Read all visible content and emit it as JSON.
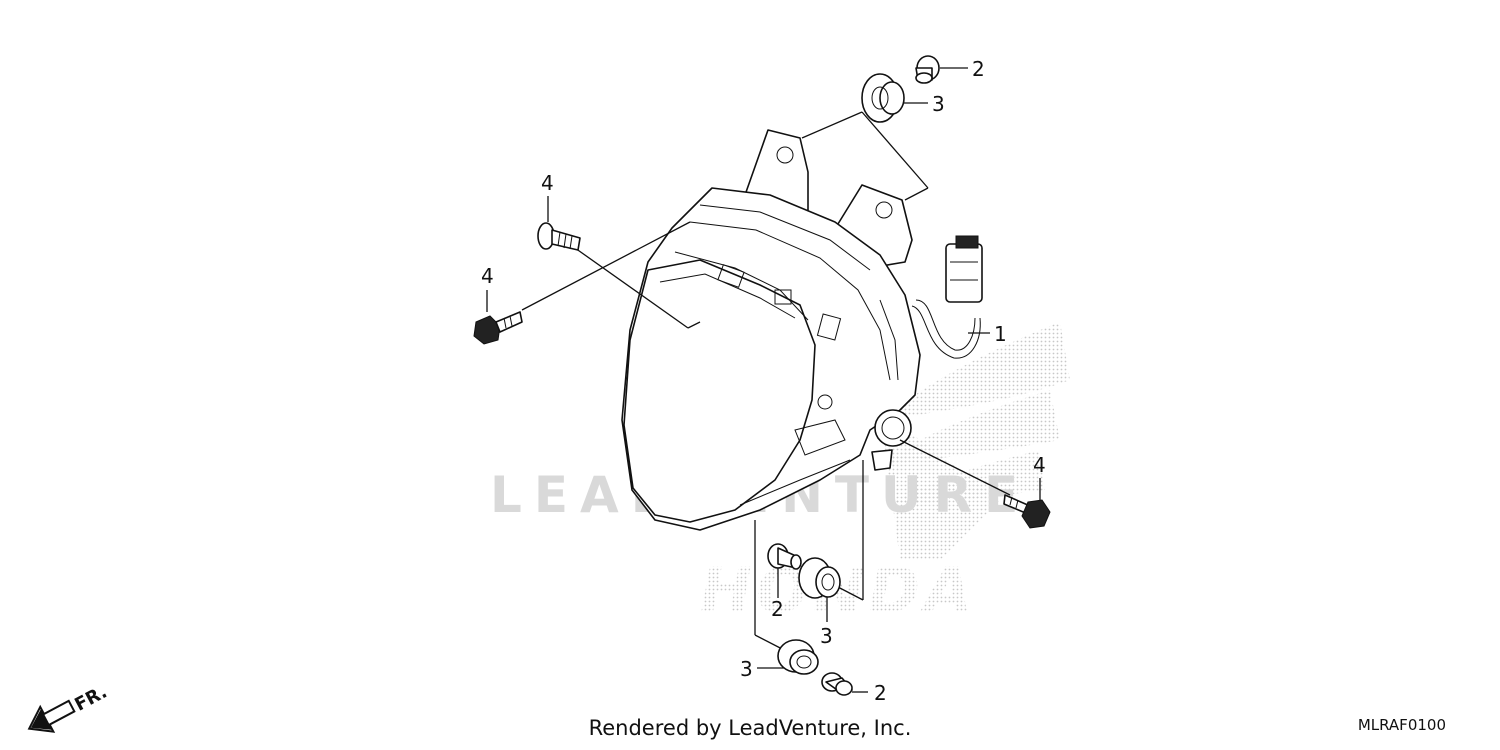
{
  "diagram": {
    "credit_text": "Rendered by LeadVenture, Inc.",
    "reference_code": "MLRAF0100",
    "watermark_text": "LEADVENTURE",
    "watermark_brand": "HONDA",
    "direction_label": "FR.",
    "callouts": {
      "c1": "1",
      "c2_top": "2",
      "c3_top": "3",
      "c4_upper": "4",
      "c4_left": "4",
      "c4_right": "4",
      "c2_bottom_left": "2",
      "c3_bottom_mid": "3",
      "c3_bottom": "3",
      "c2_bottom": "2"
    },
    "colors": {
      "lines": "#111111",
      "watermark": "#d9d9d9",
      "background": "#ffffff"
    }
  }
}
